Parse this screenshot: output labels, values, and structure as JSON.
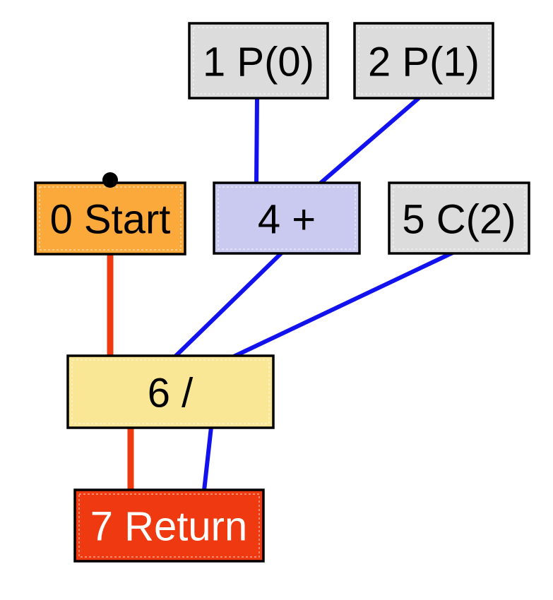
{
  "canvas": {
    "background": "#ffffff"
  },
  "nodes": {
    "p0": {
      "label": "1 P(0)",
      "fill": "#dcdcdc",
      "text_color": "#000000"
    },
    "p1": {
      "label": "2 P(1)",
      "fill": "#dcdcdc",
      "text_color": "#000000"
    },
    "start": {
      "label": "0 Start",
      "fill": "#fba93b",
      "text_color": "#000000"
    },
    "plus": {
      "label": "4 +",
      "fill": "#cacaf0",
      "text_color": "#000000"
    },
    "c2": {
      "label": "5 C(2)",
      "fill": "#dcdcdc",
      "text_color": "#000000"
    },
    "div": {
      "label": "6 /",
      "fill": "#fae796",
      "text_color": "#000000"
    },
    "ret": {
      "label": "7 Return",
      "fill": "#ee3911",
      "text_color": "#ffffff"
    }
  },
  "edges": {
    "p0_plus": {
      "from": "1 P(0)",
      "to": "4 +",
      "color": "#1212ee",
      "kind": "data"
    },
    "p1_plus": {
      "from": "2 P(1)",
      "to": "4 +",
      "color": "#1212ee",
      "kind": "data"
    },
    "start_div": {
      "from": "0 Start",
      "to": "6 /",
      "color": "#ee3911",
      "kind": "control"
    },
    "plus_div": {
      "from": "4 +",
      "to": "6 /",
      "color": "#1212ee",
      "kind": "data"
    },
    "c2_div": {
      "from": "5 C(2)",
      "to": "6 /",
      "color": "#1212ee",
      "kind": "data"
    },
    "div_ret_control": {
      "from": "6 /",
      "to": "7 Return",
      "color": "#ee3911",
      "kind": "control"
    },
    "div_ret_data": {
      "from": "6 /",
      "to": "7 Return",
      "color": "#1212ee",
      "kind": "data"
    }
  },
  "markers": {
    "start_dot_color": "#000000"
  }
}
